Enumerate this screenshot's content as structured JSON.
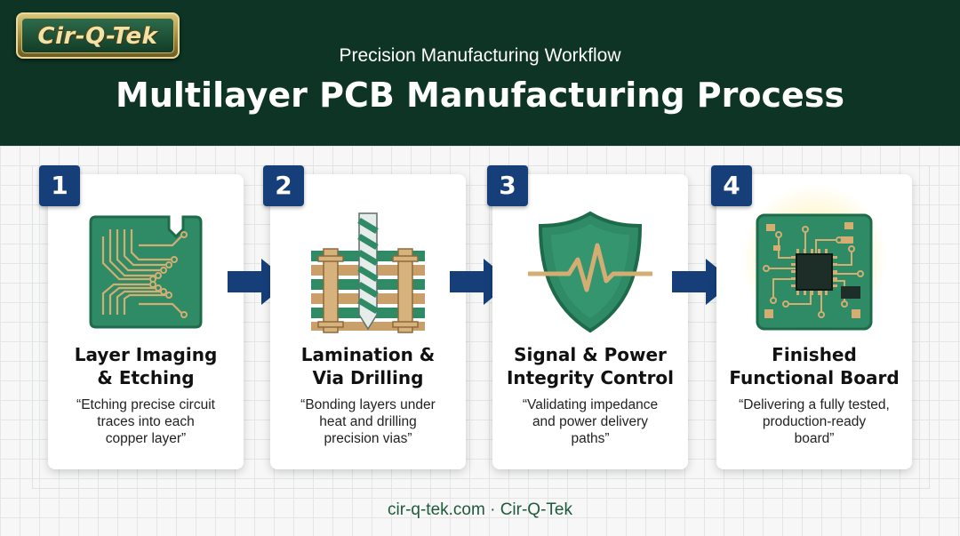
{
  "header": {
    "logo_text": "Cir-Q-Tek",
    "subtitle": "Precision Manufacturing Workflow",
    "title": "Multilayer PCB Manufacturing Process"
  },
  "steps": [
    {
      "number": "1",
      "title_lines": [
        "Layer Imaging",
        "& Etching"
      ],
      "desc_lines": [
        "“Etching precise circuit",
        "traces into each",
        "copper layer”"
      ],
      "icon": "pcb-etching-icon"
    },
    {
      "number": "2",
      "title_lines": [
        "Lamination &",
        "Via Drilling"
      ],
      "desc_lines": [
        "“Bonding layers under",
        "heat and drilling",
        "precision vias”"
      ],
      "icon": "drill-layers-icon"
    },
    {
      "number": "3",
      "title_lines": [
        "Signal & Power",
        "Integrity Control"
      ],
      "desc_lines": [
        "“Validating impedance",
        "and power delivery",
        "paths”"
      ],
      "icon": "shield-pulse-icon"
    },
    {
      "number": "4",
      "title_lines": [
        "Finished",
        "Functional Board"
      ],
      "desc_lines": [
        "“Delivering a fully tested,",
        "production-ready",
        "board”"
      ],
      "icon": "finished-board-icon"
    }
  ],
  "footer": "cir-q-tek.com · Cir-Q-Tek",
  "colors": {
    "header_bg": "#0d3424",
    "badge_bg": "#163f7a",
    "arrow": "#163f7a",
    "pcb_green": "#2e8b66",
    "copper": "#c9a06a"
  }
}
